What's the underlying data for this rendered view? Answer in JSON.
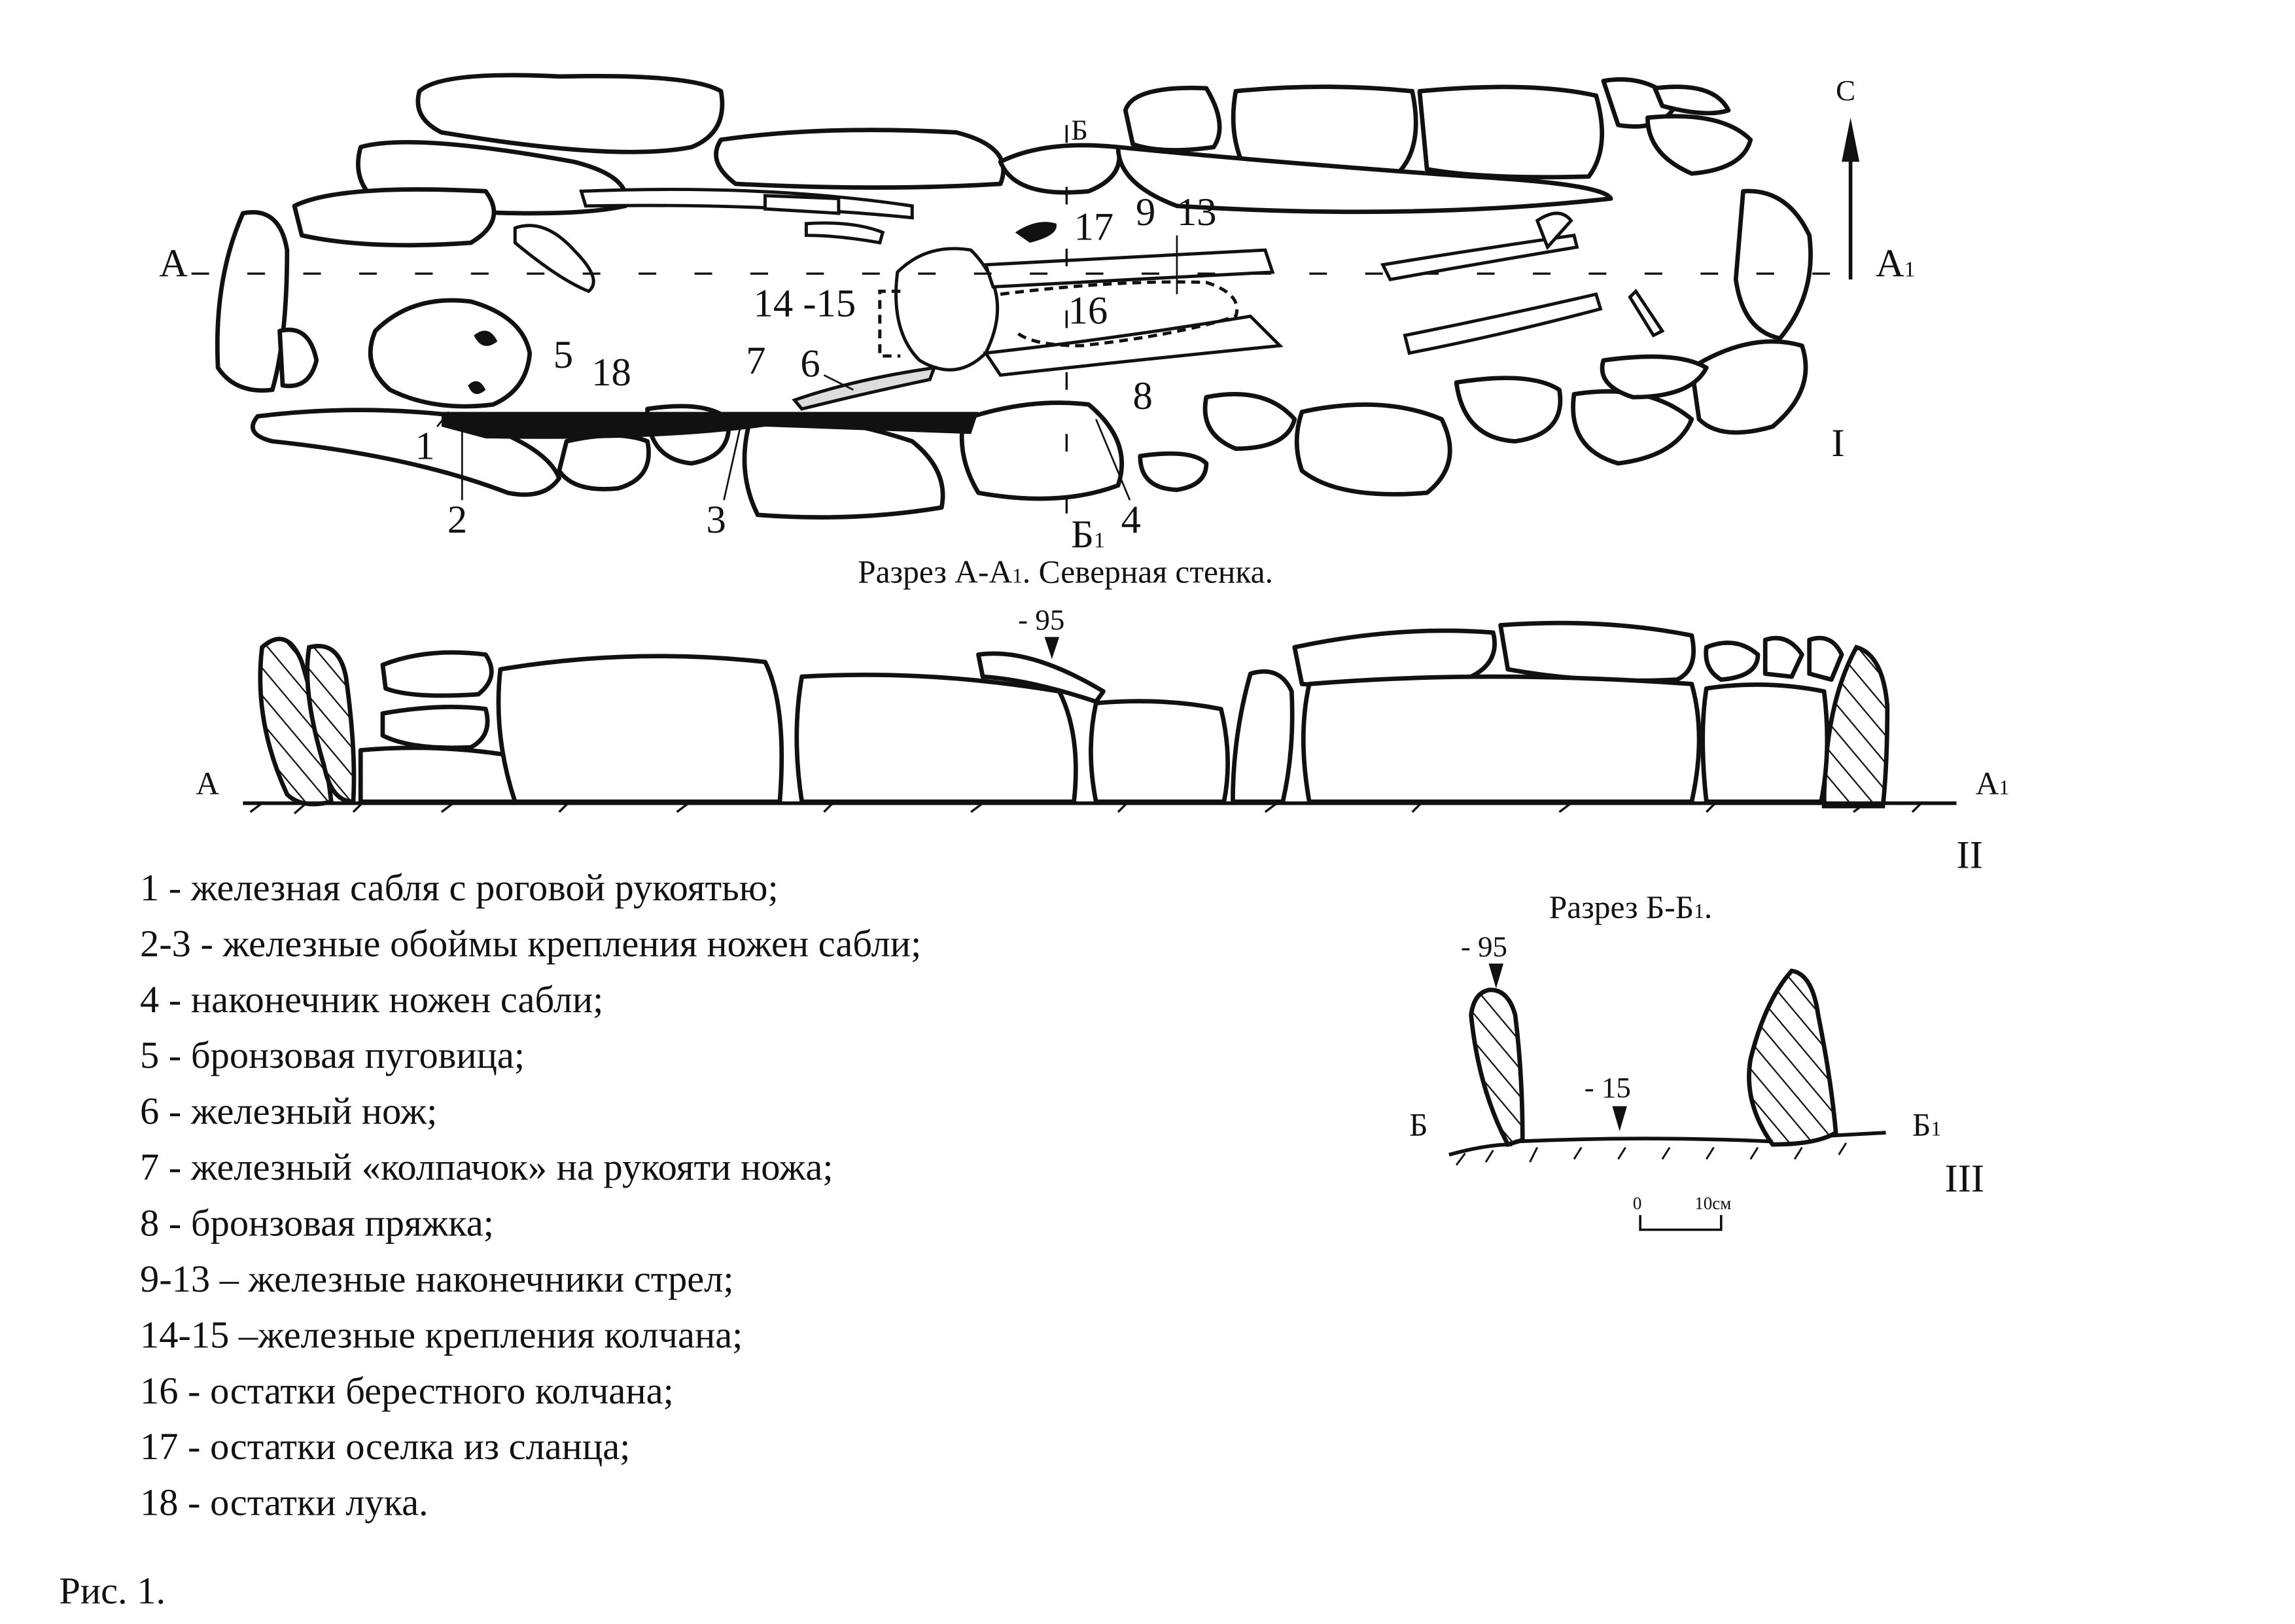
{
  "plan": {
    "north": "С",
    "section_a": "А",
    "section_a1": "А",
    "section_a1_sub": "1",
    "section_b": "Б",
    "section_b1": "Б",
    "section_b1_sub": "1",
    "roman": "I",
    "item_labels": [
      "1",
      "2",
      "3",
      "4",
      "5",
      "6",
      "7",
      "8",
      "9",
      "13",
      "14 -15",
      "16",
      "17",
      "18"
    ]
  },
  "section_aa": {
    "caption_pre": "Разрез А-А",
    "caption_sub": "1",
    "caption_post": ". Северная стенка.",
    "depth": "-  95",
    "left": "А",
    "right": "А",
    "right_sub": "1",
    "roman": "II"
  },
  "section_bb": {
    "caption_pre": "Разрез Б-Б",
    "caption_sub": "1",
    "caption_post": ".",
    "depth_top": "-  95",
    "depth_floor": "-  15",
    "left": "Б",
    "right": "Б",
    "right_sub": "1",
    "roman": "III",
    "scale_start": "0",
    "scale_end": "10см"
  },
  "legend": [
    "1 - железная сабля с роговой рукоятью;",
    "2-3 - железные обоймы крепления ножен сабли;",
    "4 - наконечник ножен сабли;",
    "5 - бронзовая пуговица;",
    "6 - железный нож;",
    "7 - железный «колпачок» на рукояти ножа;",
    "8 - бронзовая пряжка;",
    "9-13 – железные наконечники стрел;",
    "14-15 –железные крепления колчана;",
    "16 - остатки берестного колчана;",
    "17 - остатки оселка из сланца;",
    "18 - остатки лука."
  ],
  "figure_caption": "Рис. 1."
}
